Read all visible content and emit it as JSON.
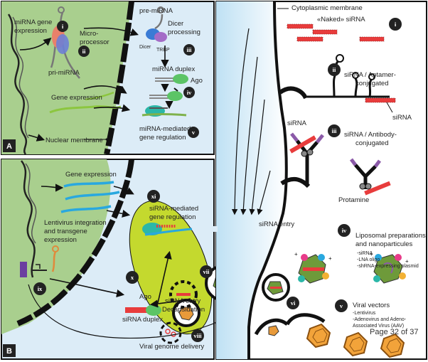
{
  "panels": {
    "a": "A",
    "b": "B"
  },
  "roman": {
    "i": "i",
    "ii": "ii",
    "iii": "iii",
    "iv": "iv",
    "v": "v",
    "vi": "vi",
    "vii": "vii",
    "viii": "viii",
    "ix": "ix",
    "x": "x",
    "xi": "xi"
  },
  "panel_a": {
    "mirna_gene_1": "miRNA gene",
    "mirna_gene_2": "expression",
    "microprocessor_1": "Micro-",
    "microprocessor_2": "processor",
    "pri_mirna": "pri-miRNA",
    "pre_mirna": "pre-miRNA",
    "dicer_processing_1": "Dicer",
    "dicer_processing_2": "processing",
    "dicer": "Dicer",
    "trbp": "TRBP",
    "mirna_duplex": "miRNA duplex",
    "ago": "Ago",
    "gene_expression": "Gene expression",
    "nuclear_membrane": "Nuclear membrane",
    "mirna_mediated_1": "miRNA-mediated",
    "mirna_mediated_2": "gene regulation"
  },
  "panel_b": {
    "gene_expression": "Gene expression",
    "lentivirus_1": "Lentivirus integration",
    "lentivirus_2": "and transgene",
    "lentivirus_3": "expression",
    "sirna_mediated_1": "siRNA-mediated",
    "sirna_mediated_2": "gene regulation",
    "ago": "Ago",
    "sirna_duplex": "siRNA duplex",
    "sirna_entry_1": "siRNA entry",
    "sirna_entry_2": "Decapsidation",
    "viral_genome_delivery": "Viral genome delivery"
  },
  "right": {
    "cytoplasmic_membrane": "Cytoplasmic membrane",
    "naked_sirna": "«Naked» siRNA",
    "aptamer_1": "siRNA / Aptamer-",
    "aptamer_2": "conjugated",
    "sirna_label": "siRNA",
    "sirna_label_2": "siRNA",
    "antibody_1": "siRNA / Antibody-",
    "antibody_2": "conjugated",
    "protamine": "Protamine",
    "sirna_entry": "siRNA entry",
    "liposomal_1": "Liposomal preparations",
    "liposomal_2": "and nanoparticules",
    "lipo_item_1": "-siRNA",
    "lipo_item_2": "-LNA oligo",
    "lipo_item_3": "-shRNA-expressing plasmid",
    "viral_vectors": "Viral vectors",
    "viral_item_1": "-Lentivirus",
    "viral_item_2": "-Adenovirus and Adeno-",
    "viral_item_3": "Associated Virus (AAV)"
  },
  "page_indicator": "Page 32 of 37",
  "colors": {
    "cytoplasm": "#dceef8",
    "nucleus": "#a9cf8e",
    "vesicle_green": "#c4d92e",
    "sirna_red": "#e83c3c",
    "numeral_bg": "#222222"
  }
}
